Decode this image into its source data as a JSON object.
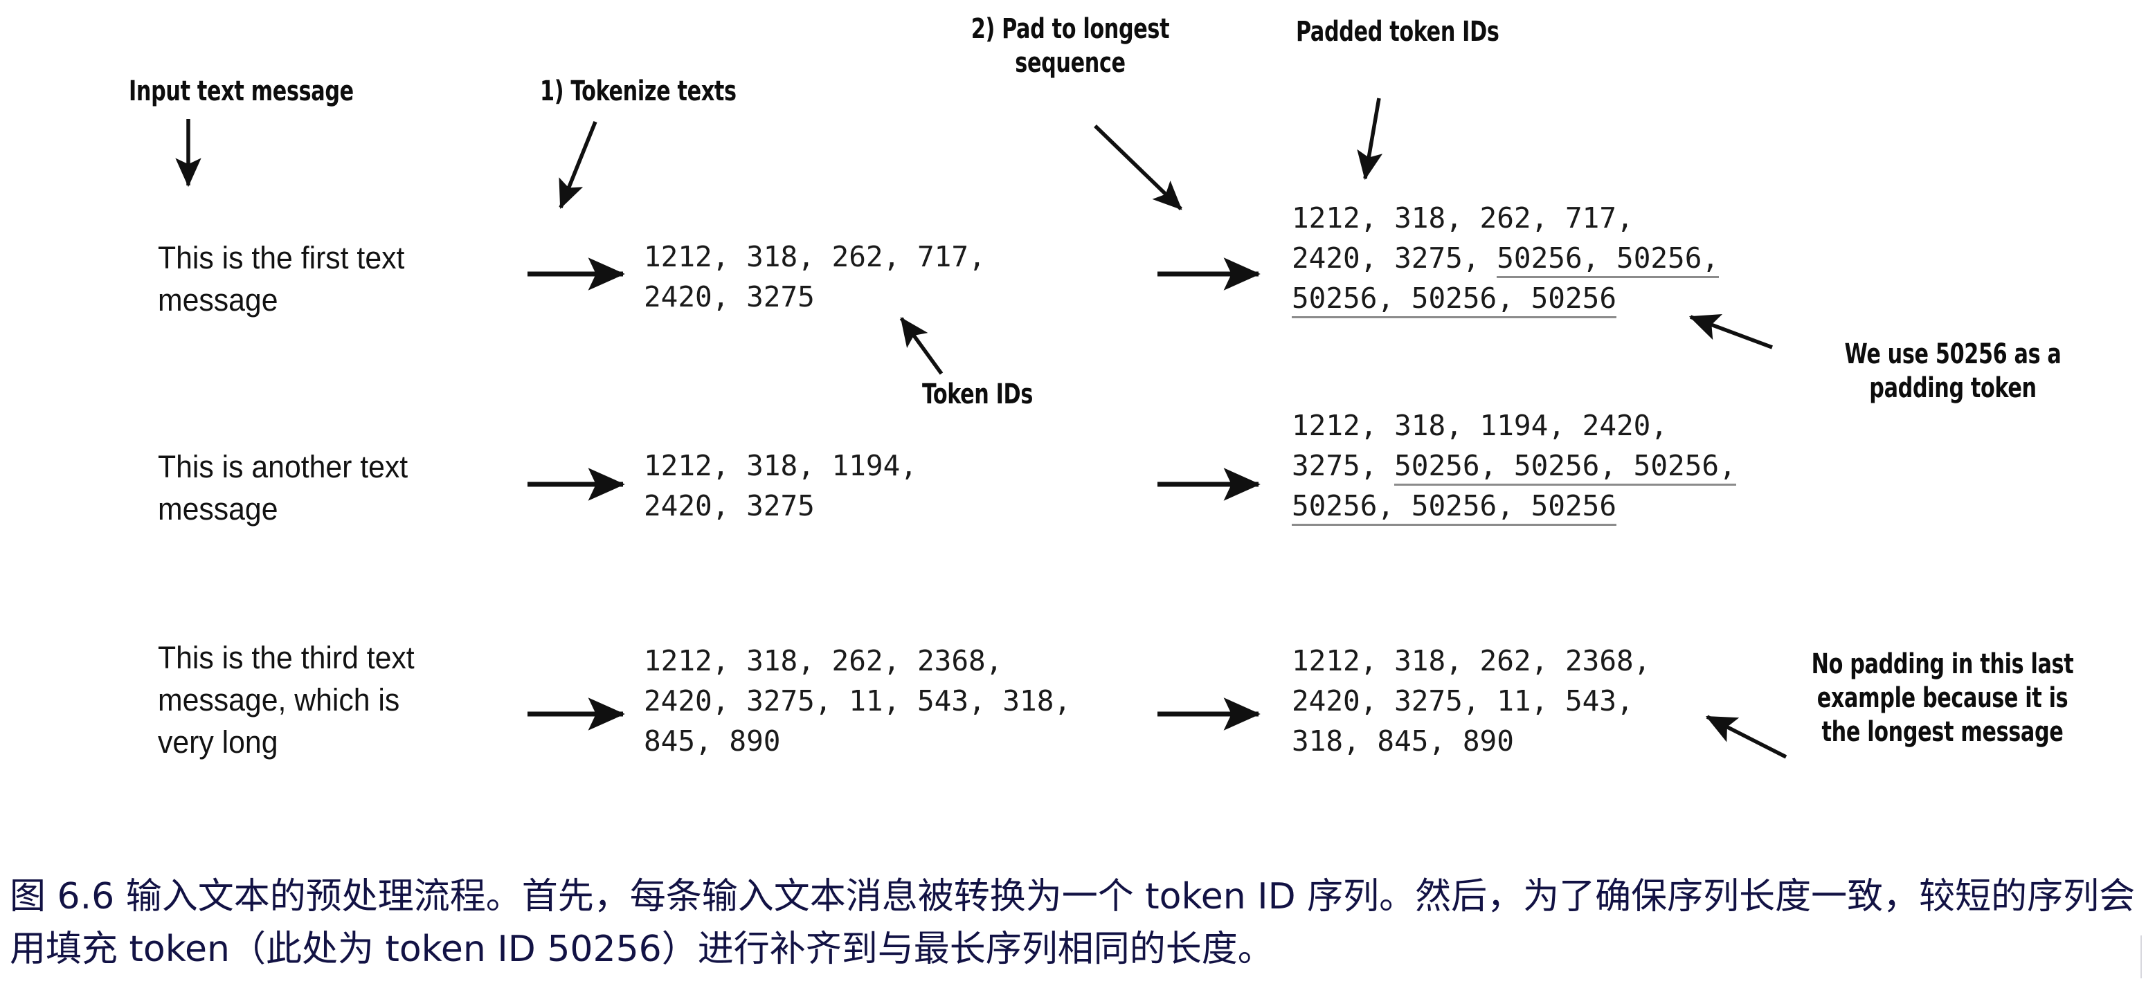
{
  "figure": {
    "headers": {
      "input": "Input text message",
      "tokenize": "1) Tokenize texts",
      "pad": "2) Pad to longest\nsequence",
      "padded": "Padded token IDs",
      "token_ids_label": "Token IDs"
    },
    "annotations": {
      "padding_note": "We use 50256 as a\npadding token",
      "no_padding_note": "No padding in this last\nexample because it is\nthe longest message"
    },
    "rows": [
      {
        "message": "This is the first text\nmessage",
        "token_ids": [
          [
            {
              "t": "1212, 318, 262, 717,",
              "pad": false
            }
          ],
          [
            {
              "t": "2420, 3275",
              "pad": false
            }
          ]
        ],
        "padded_ids": [
          [
            {
              "t": "1212, 318, 262, 717,",
              "pad": false
            }
          ],
          [
            {
              "t": "2420, 3275, ",
              "pad": false
            },
            {
              "t": "50256, 50256,",
              "pad": true
            }
          ],
          [
            {
              "t": "50256, 50256, 50256",
              "pad": true
            }
          ]
        ]
      },
      {
        "message": "This is another text\nmessage",
        "token_ids": [
          [
            {
              "t": "1212, 318, 1194,",
              "pad": false
            }
          ],
          [
            {
              "t": "2420, 3275",
              "pad": false
            }
          ]
        ],
        "padded_ids": [
          [
            {
              "t": "1212, 318, 1194, 2420,",
              "pad": false
            }
          ],
          [
            {
              "t": "3275, ",
              "pad": false
            },
            {
              "t": "50256, 50256, 50256,",
              "pad": true
            }
          ],
          [
            {
              "t": "50256, 50256, 50256",
              "pad": true
            }
          ]
        ]
      },
      {
        "message": "This is the third text\nmessage, which is\nvery long",
        "token_ids": [
          [
            {
              "t": "1212, 318, 262, 2368,",
              "pad": false
            }
          ],
          [
            {
              "t": "2420, 3275, 11, 543, 318,",
              "pad": false
            }
          ],
          [
            {
              "t": "845, 890",
              "pad": false
            }
          ]
        ],
        "padded_ids": [
          [
            {
              "t": "1212, 318, 262, 2368,",
              "pad": false
            }
          ],
          [
            {
              "t": "2420, 3275, 11, 543,",
              "pad": false
            }
          ],
          [
            {
              "t": "318, 845, 890",
              "pad": false
            }
          ]
        ]
      }
    ]
  },
  "caption": {
    "text": "图 6.6 输入文本的预处理流程。首先，每条输入文本消息被转换为一个 token ID 序列。然后，为了确保序列长度一致，较短的序列会用填充 token（此处为 token ID 50256）进行补齐到与最长序列相同的长度。"
  },
  "colors": {
    "ink": "#121212",
    "caption": "#121244",
    "pad_underline": "#8b8b8b"
  }
}
